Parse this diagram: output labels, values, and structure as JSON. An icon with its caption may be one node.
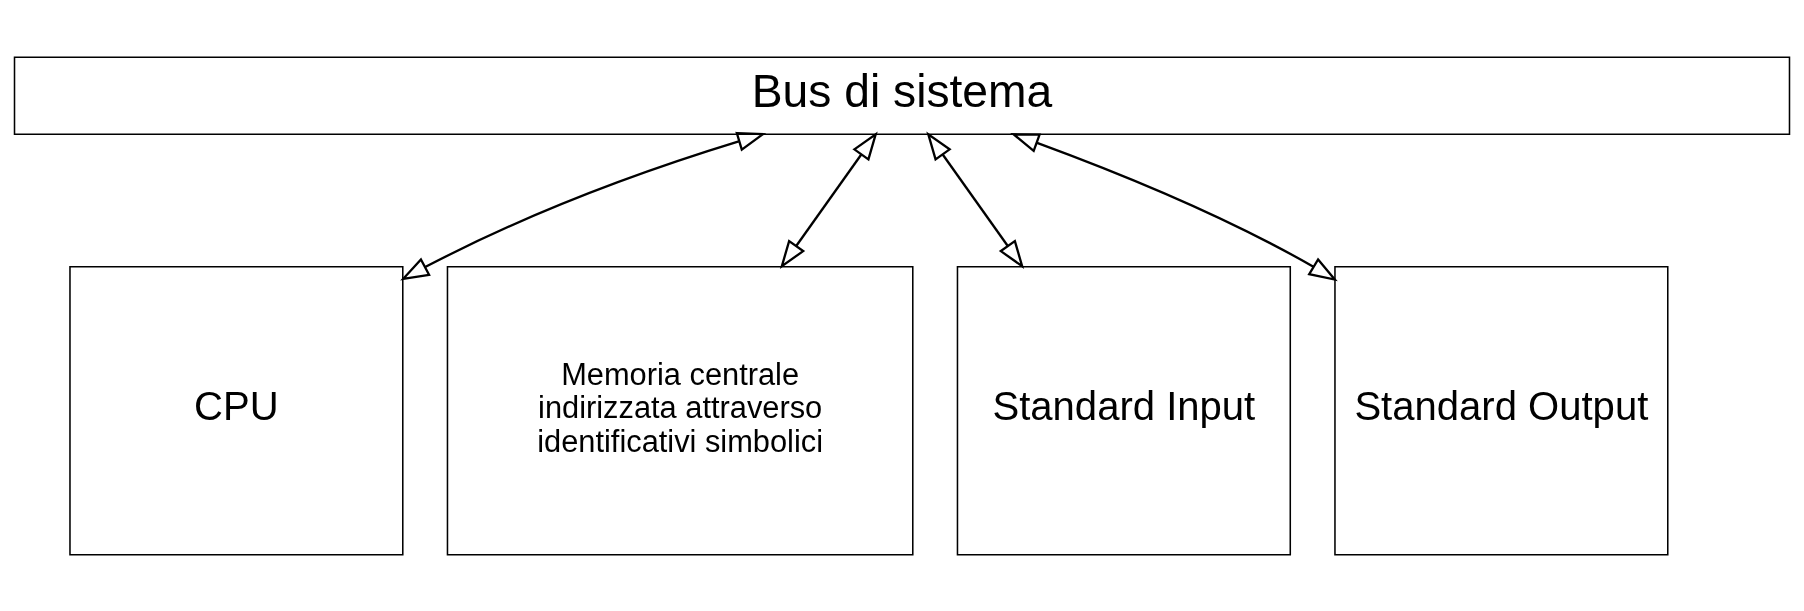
{
  "diagram": {
    "nodes": [
      {
        "text": [
          "Bus di sistema"
        ]
      },
      {
        "text": [
          "CPU"
        ]
      },
      {
        "text": [
          "Memoria centrale indirizzata attraverso identificativi simbolici"
        ]
      },
      {
        "text": [
          "Standard Input"
        ]
      },
      {
        "text": [
          "Standard Output"
        ]
      }
    ],
    "edges": [
      {
        "from": 0,
        "to": 1,
        "arrow": "both"
      },
      {
        "from": 0,
        "to": 2,
        "arrow": "both"
      },
      {
        "from": 0,
        "to": 3,
        "arrow": "both"
      },
      {
        "from": 0,
        "to": 4,
        "arrow": "both"
      }
    ]
  }
}
